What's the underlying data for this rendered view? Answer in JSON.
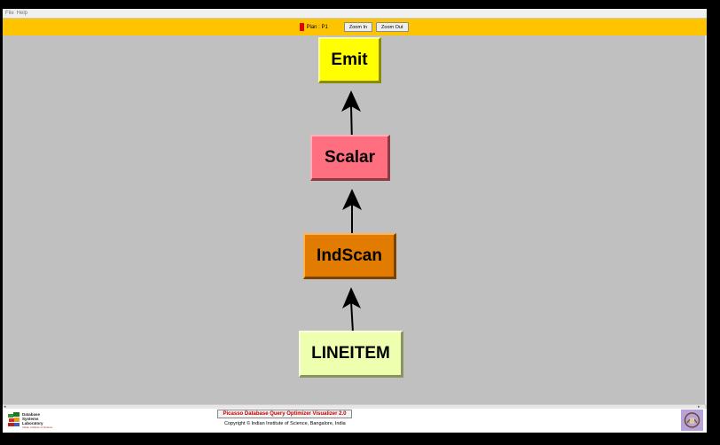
{
  "menu": {
    "file": "File",
    "help": "Help"
  },
  "toolbar": {
    "plan_label": "Plan : P1",
    "zoom_in": "Zoom In",
    "zoom_out": "Zoom Out",
    "plan_color": "#e00000",
    "bar_color": "#ffc400"
  },
  "plan_tree": {
    "nodes": [
      {
        "label": "Emit",
        "color": "#ffff00"
      },
      {
        "label": "Scalar",
        "color": "#ff6f7f"
      },
      {
        "label": "IndScan",
        "color": "#e27c00"
      },
      {
        "label": "LINEITEM",
        "color": "#eeffb0"
      }
    ],
    "edges": [
      {
        "from": "LINEITEM",
        "to": "IndScan"
      },
      {
        "from": "IndScan",
        "to": "Scalar"
      },
      {
        "from": "Scalar",
        "to": "Emit"
      }
    ]
  },
  "footer": {
    "product_button": "Picasso Database Query Optimizer Visualizer 2.0",
    "copyright": "Copyright © Indian Institute of Science, Bangalore, India",
    "lab_logo_text": "Database Systems Laboratory",
    "lab_logo_subtext": "Indian Institute of Science"
  }
}
